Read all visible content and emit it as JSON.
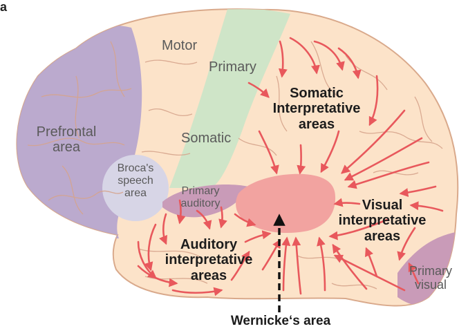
{
  "panel_letter": "a",
  "labels": {
    "motor": "Motor",
    "primary_somatic_top": "Primary",
    "primary_somatic_bottom": "Somatic",
    "prefrontal": [
      "Prefrontal",
      "area"
    ],
    "broca": [
      "Broca's",
      "speech",
      "area"
    ],
    "primary_auditory": [
      "Primary",
      "auditory"
    ],
    "somatic_interp": [
      "Somatic",
      "Interpretative",
      "areas"
    ],
    "visual_interp": [
      "Visual",
      "interpretative",
      "areas"
    ],
    "auditory_interp": [
      "Auditory",
      "interpretative",
      "areas"
    ],
    "primary_visual": [
      "Primary",
      "visual"
    ],
    "wernicke": "Wernicke‘s area"
  },
  "colors": {
    "brain": "#fce3c9",
    "outline": "#d9a98b",
    "prefrontal": "#b7a6cf",
    "somatic_strip": "#cfe5c8",
    "broca": "#d7d5e6",
    "auditory": "#c99bb8",
    "visual": "#c99bb8",
    "wernicke": "#f2a3a0",
    "arrow": "#e8585c"
  }
}
